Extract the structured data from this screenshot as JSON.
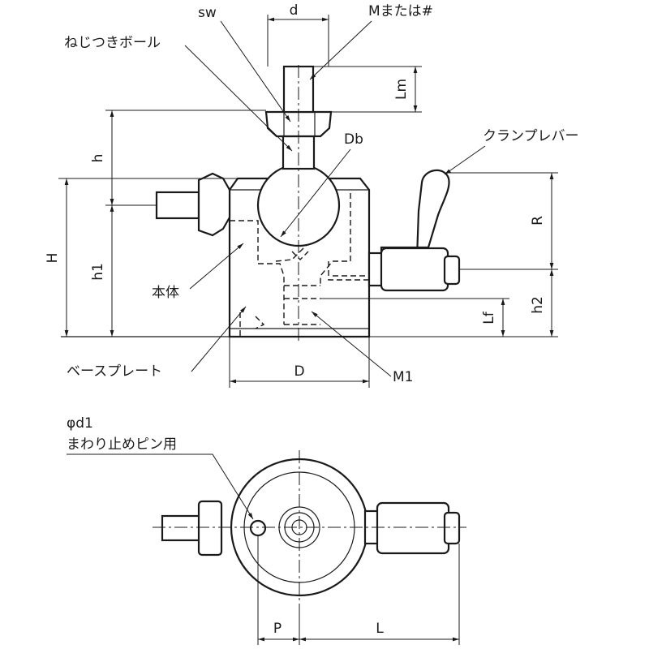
{
  "callouts": {
    "sw": "sw",
    "d": "d",
    "m_or_hash": "Mまたは#",
    "threaded_ball": "ねじつきボール",
    "db": "Db",
    "clamp_lever": "クランプレバー",
    "lm": "Lm",
    "h": "h",
    "r": "R",
    "h_total": "H",
    "h1": "h1",
    "body": "本体",
    "h2": "h2",
    "lf": "Lf",
    "base_plate": "ベースプレート",
    "dia_d": "D",
    "m1": "M1",
    "phi_d1": "φd1",
    "pin_note": "まわり止めピン用",
    "p": "P",
    "l": "L"
  },
  "colors": {
    "line": "#1a1a1a",
    "shading": "#d9d9d9",
    "background": "#ffffff"
  }
}
